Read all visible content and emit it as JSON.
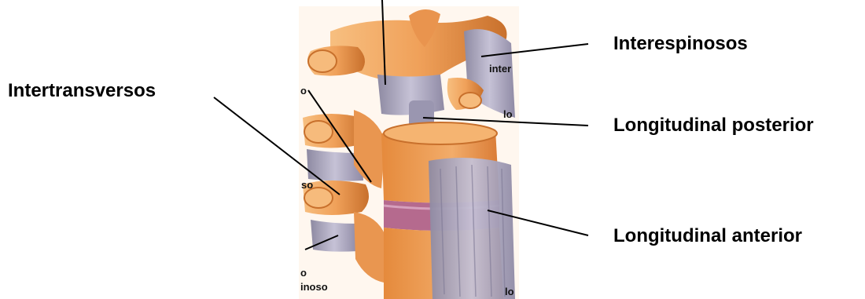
{
  "labels": {
    "intertransversos": "Intertransversos",
    "interespinosos": "Interespinosos",
    "longitudinal_posterior": "Longitudinal posterior",
    "longitudinal_anterior": "Longitudinal anterior"
  },
  "image_fragments": {
    "inter": "inter",
    "lo_right_upper": "lo",
    "o_left_upper": "o",
    "so": "so",
    "o_left_lower": "o",
    "inoso": "inoso",
    "lo_right_lower": "lo"
  },
  "colors": {
    "bone": "#f0a15a",
    "bone_dark": "#c8702c",
    "ligament": "#b2aec4",
    "disc": "#b56a8e",
    "leader_line": "#000000"
  }
}
